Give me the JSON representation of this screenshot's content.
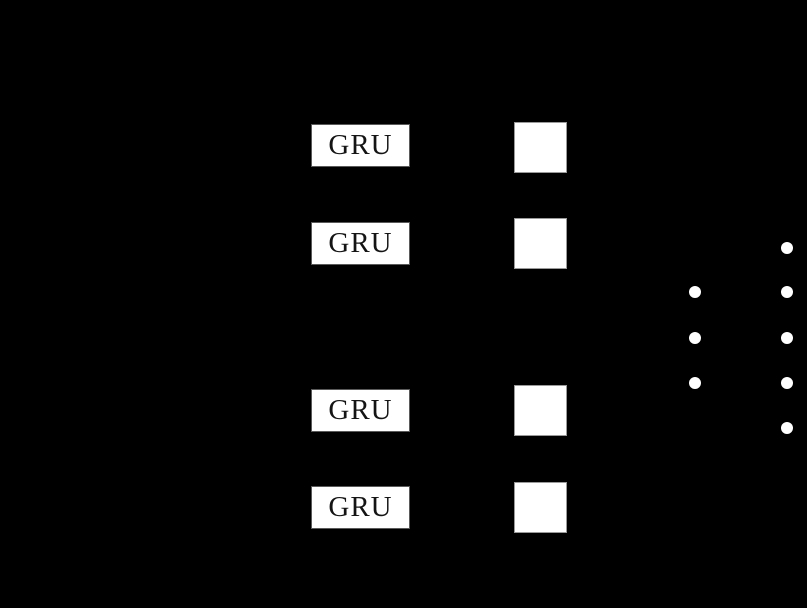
{
  "figure": {
    "background_color": "#000000",
    "gru_column": {
      "boxes": [
        {
          "label": "GRU"
        },
        {
          "label": "GRU"
        },
        {
          "label": "GRU"
        },
        {
          "label": "GRU"
        }
      ],
      "fill_color": "#ffffff",
      "border_color": "#5a5a5a",
      "text_color": "#141414"
    },
    "state_square_column": {
      "count": 4,
      "fill_color": "#ffffff",
      "border_color": "#9a9a9a"
    },
    "ellipsis": {
      "left_column_dot_count": 3,
      "right_column_dot_count": 5,
      "dot_color": "#ffffff"
    }
  }
}
